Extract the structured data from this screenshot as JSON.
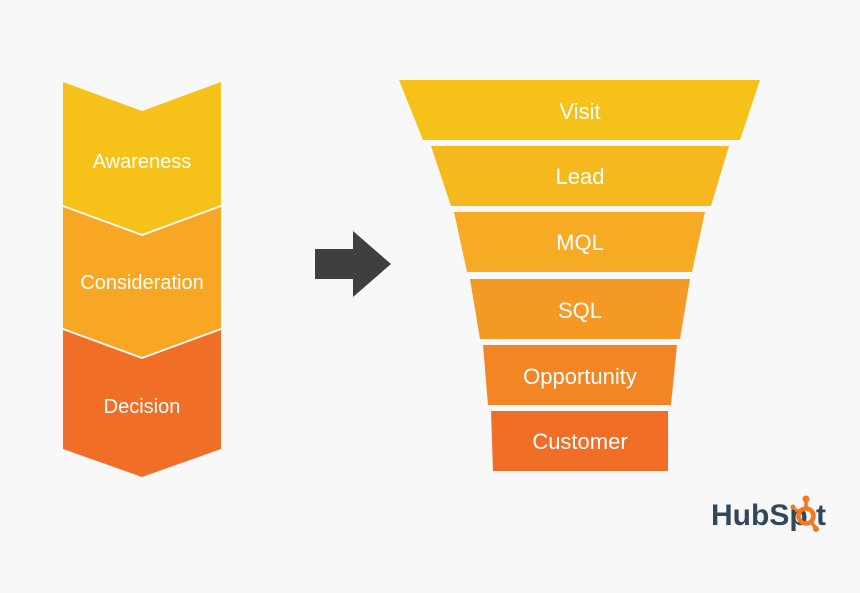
{
  "journey": {
    "stages": [
      {
        "label": "Awareness",
        "color": "#f6c21a"
      },
      {
        "label": "Consideration",
        "color": "#f7a723"
      },
      {
        "label": "Decision",
        "color": "#f06e26"
      }
    ]
  },
  "arrow": {
    "icon": "right-arrow-icon",
    "color": "#3f3f3f"
  },
  "funnel": {
    "levels": [
      {
        "label": "Visit",
        "color": "#f6c21a"
      },
      {
        "label": "Lead",
        "color": "#f6b81f"
      },
      {
        "label": "MQL",
        "color": "#f7aa23"
      },
      {
        "label": "SQL",
        "color": "#f49a24"
      },
      {
        "label": "Opportunity",
        "color": "#f28625"
      },
      {
        "label": "Customer",
        "color": "#f06e26"
      }
    ]
  },
  "logo": {
    "text_before": "HubSp",
    "text_after": "t",
    "text_color": "#33475b",
    "sprocket_color": "#f57722"
  }
}
